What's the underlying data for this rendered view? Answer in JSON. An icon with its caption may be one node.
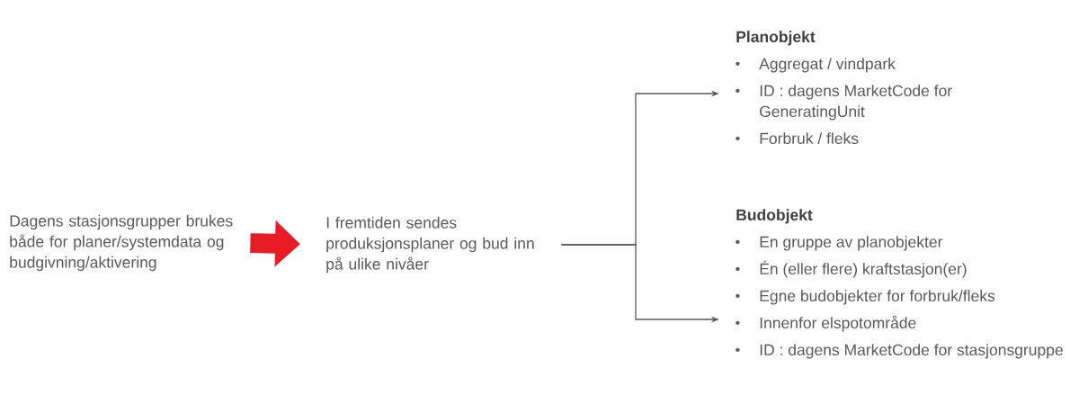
{
  "diagram": {
    "nodes": [
      {
        "text": [
          "Dagens stasjonsgrupper brukes både for planer/systemdata og budgivning/aktivering"
        ]
      },
      {
        "text": [
          "I fremtiden sendes produksjonsplaner og bud inn på ulike nivåer"
        ]
      },
      {
        "text": [
          "Planobjekt",
          "Aggregat / vindpark",
          "ID : dagens MarketCode for GeneratingUnit",
          "Forbruk / fleks"
        ]
      },
      {
        "text": [
          "Budobjekt",
          "En gruppe av planobjekter",
          "Én (eller flere) kraftstasjon(er)",
          "Egne budobjekter for forbruk/fleks",
          "Innenfor elspotområde",
          "ID : dagens MarketCode for stasjonsgruppe"
        ]
      }
    ],
    "edges": [
      {
        "from": 0,
        "to": 1,
        "arrow": "to",
        "style": "thick",
        "color": "#e81c24"
      },
      {
        "from": 1,
        "to": 2,
        "arrow": "to"
      },
      {
        "from": 1,
        "to": 3,
        "arrow": "to"
      }
    ]
  }
}
